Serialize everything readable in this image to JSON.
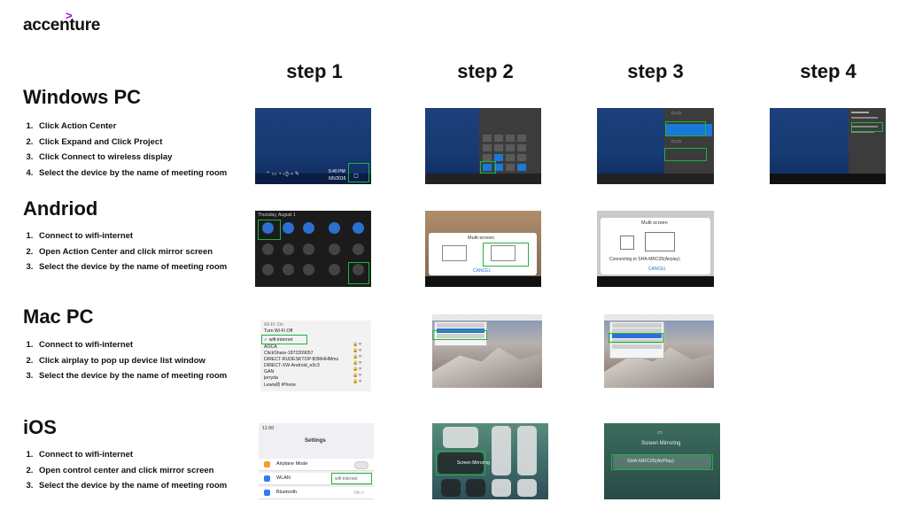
{
  "brand": {
    "name": "accenture",
    "mark": ">"
  },
  "step_headers": [
    "step 1",
    "step 2",
    "step 3",
    "step 4"
  ],
  "sections": {
    "windows": {
      "title": "Windows PC",
      "steps": [
        "Click Action Center",
        "Click Expand and Click Project",
        "Click Connect to wireless display",
        "Select the device by the name of meeting room"
      ],
      "shot1": {
        "clock": "5:40 PM",
        "date": "6/5/2016"
      }
    },
    "android": {
      "title": "Andriod",
      "steps": [
        "Connect to wifi-internet",
        "Open Action Center and click mirror screen",
        "Select the device by the name of meeting room"
      ],
      "shot1": {
        "header": "Thursday, August 1"
      },
      "shot2": {
        "dialog_title": "Multi-screen",
        "cancel": "CANCEL"
      },
      "shot3": {
        "dialog_title": "Multi screen",
        "connecting": "Connecting to SHA-MRC05(Airplay)",
        "cancel": "CANCEL"
      }
    },
    "mac": {
      "title": "Mac PC",
      "steps": [
        "Connect to wifi-internet",
        "Click airplay to pop up device list window",
        "Select the device by the name of meeting room"
      ],
      "shot1": {
        "wifi_header": "Wi-Fi: On",
        "turn_off": "Turn Wi-Fi Off",
        "networks": [
          "wifi-internet",
          "AOCA",
          "ClickShare-1872209057",
          "DIRECT-RUDESKTOP-B3MHHMms",
          "DIRECT-XW-Android_e3c3",
          "GAN",
          "jerryda",
          "Lewis的 iPhone"
        ]
      }
    },
    "ios": {
      "title": "iOS",
      "steps": [
        "Connect to wifi-internet",
        "Open control center and click mirror screen",
        "Select the device by the name of meeting room"
      ],
      "shot1": {
        "time": "11:50",
        "title": "Settings",
        "rows": [
          {
            "label": "Airplane Mode",
            "value": ""
          },
          {
            "label": "WLAN",
            "value": "wifi-internet"
          },
          {
            "label": "Bluetooth",
            "value": "On >"
          }
        ]
      },
      "shot2": {
        "mirror_label": "Screen Mirroring"
      },
      "shot3": {
        "title": "Screen Mirroring",
        "device": "SHA-MRC05(AirPlay)"
      }
    }
  },
  "colors": {
    "highlight": "#1db53c",
    "brand_accent": "#a100ff"
  }
}
